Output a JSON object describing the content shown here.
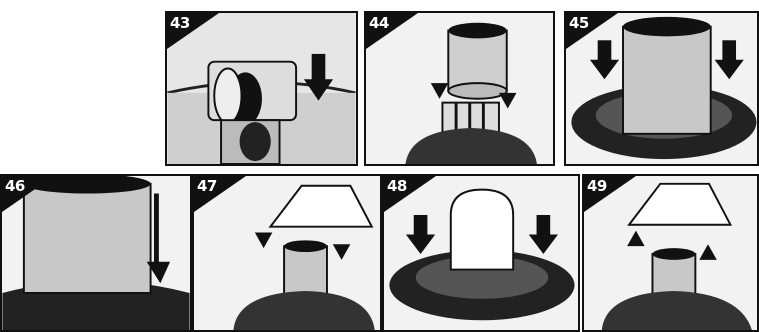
{
  "steps": [
    {
      "number": "43",
      "icon": "foam-sleeve-insert-icon"
    },
    {
      "number": "44",
      "icon": "cartridge-filter-lower-icon"
    },
    {
      "number": "45",
      "icon": "cartridge-filter-press-icon"
    },
    {
      "number": "46",
      "icon": "filter-twist-lock-icon"
    },
    {
      "number": "47",
      "icon": "filter-cover-lower-icon"
    },
    {
      "number": "48",
      "icon": "filter-bag-press-icon"
    },
    {
      "number": "49",
      "icon": "filter-cover-remove-icon"
    }
  ]
}
